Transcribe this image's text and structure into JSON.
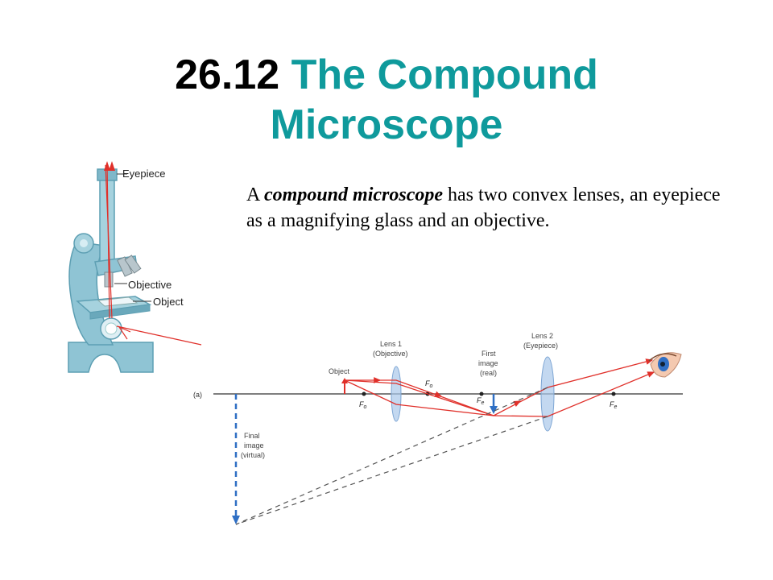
{
  "slide": {
    "title_number": "26.12",
    "title_rest": "The Compound Microscope",
    "body": {
      "prefix": "A",
      "emphasis": "compound microscope",
      "suffix": "has two convex lenses, an eyepiece as a magnifying glass and an objective."
    }
  },
  "microscope": {
    "label_eyepiece": "Eyepiece",
    "label_objective": "Objective",
    "label_object": "Object"
  },
  "ray_diagram": {
    "axis_label": "(a)",
    "object": "Object",
    "lens1": [
      "Lens 1",
      "(Objective)"
    ],
    "lens2": [
      "Lens 2",
      "(Eyepiece)"
    ],
    "first_image": [
      "First",
      "image",
      "(real)"
    ],
    "final_image": [
      "Final",
      "image",
      "(virtual)"
    ],
    "fo": "F",
    "fo_sub": "o",
    "fe": "F",
    "fe_sub": "e"
  },
  "colors": {
    "accent": "#0f9a9c",
    "ray": "#e0302a",
    "lens": "#a9c8ea",
    "arrow_blue": "#2f6fc4",
    "microscope": "#8fc4d4"
  }
}
